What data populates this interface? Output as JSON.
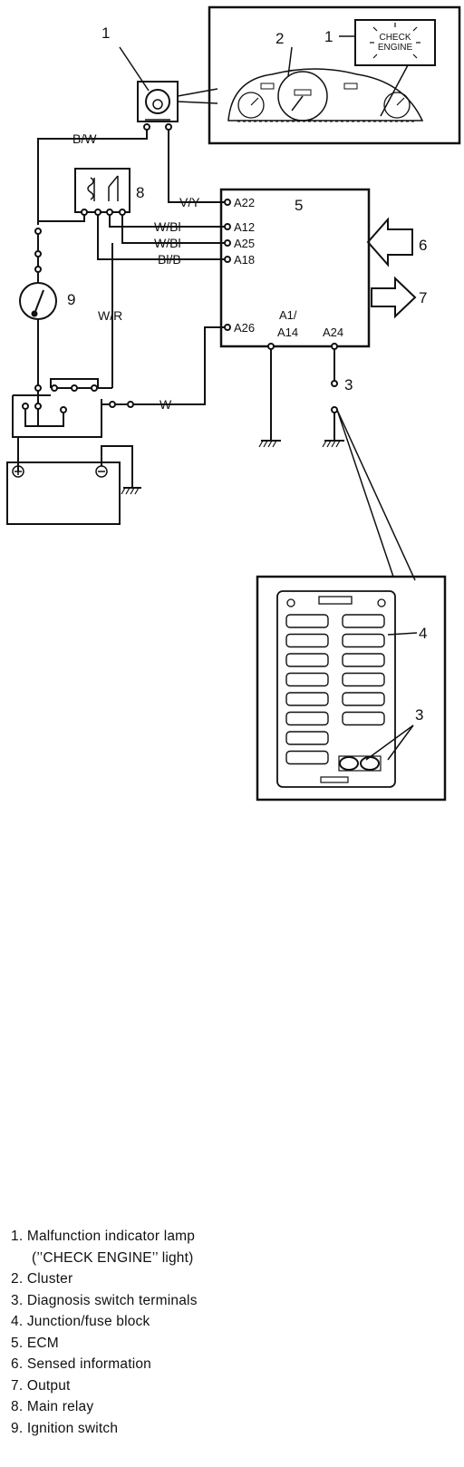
{
  "callouts": {
    "c1": "1",
    "c1b": "1",
    "c2": "2",
    "c3": "3",
    "c3b": "3",
    "c4": "4",
    "c5": "5",
    "c6": "6",
    "c7": "7",
    "c8": "8",
    "c9": "9"
  },
  "check_engine_lamp": {
    "line1": "CHECK",
    "line2": "ENGINE"
  },
  "wires": {
    "bw": "B/W",
    "vy": "V/Y",
    "wbl1": "W/Bl",
    "wbl2": "W/Bl",
    "blb": "Bl/B",
    "wr": "W/R",
    "w": "W"
  },
  "ecm_pins": {
    "a22": "A22",
    "a12": "A12",
    "a25": "A25",
    "a18": "A18",
    "a26": "A26",
    "a1": "A1/",
    "a14": "A14",
    "a24": "A24"
  },
  "legend": [
    {
      "text": "1. Malfunction indicator lamp"
    },
    {
      "text": "(’’CHECK ENGINE’’ light)",
      "sub": true
    },
    {
      "text": "2. Cluster"
    },
    {
      "text": "3. Diagnosis switch terminals"
    },
    {
      "text": "4. Junction/fuse block"
    },
    {
      "text": "5. ECM"
    },
    {
      "text": "6. Sensed information"
    },
    {
      "text": "7. Output"
    },
    {
      "text": "8. Main relay"
    },
    {
      "text": "9. Ignition switch"
    }
  ]
}
